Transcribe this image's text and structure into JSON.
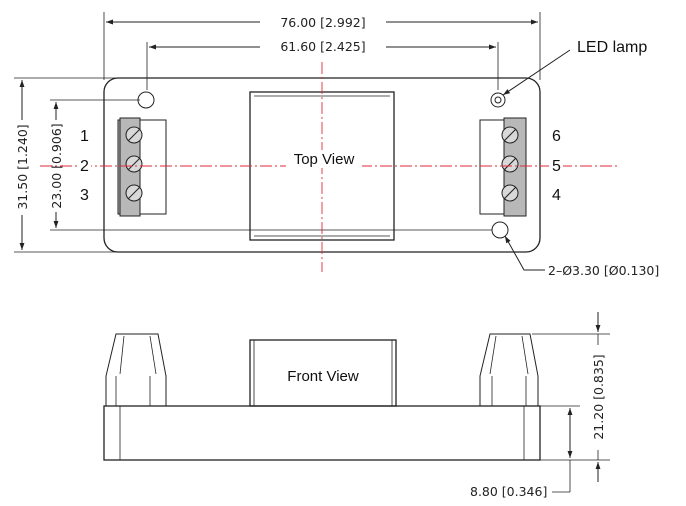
{
  "top_view": {
    "label": "Top View",
    "dim_overall_width": "76.00 [2.992]",
    "dim_hole_spacing": "61.60 [2.425]",
    "dim_overall_height": "31.50 [1.240]",
    "dim_hole_vertical": "23.00 [0.906]",
    "led_label": "LED lamp",
    "hole_label": "2–Ø3.30 [Ø0.130]",
    "pins_left": [
      "1",
      "2",
      "3"
    ],
    "pins_right": [
      "6",
      "5",
      "4"
    ]
  },
  "front_view": {
    "label": "Front View",
    "dim_total_height": "21.20 [0.835]",
    "dim_base_height": "8.80 [0.346]"
  },
  "colors": {
    "outline": "#222222",
    "centerline": "#e0283a",
    "terminal": "#b8b8b8"
  }
}
